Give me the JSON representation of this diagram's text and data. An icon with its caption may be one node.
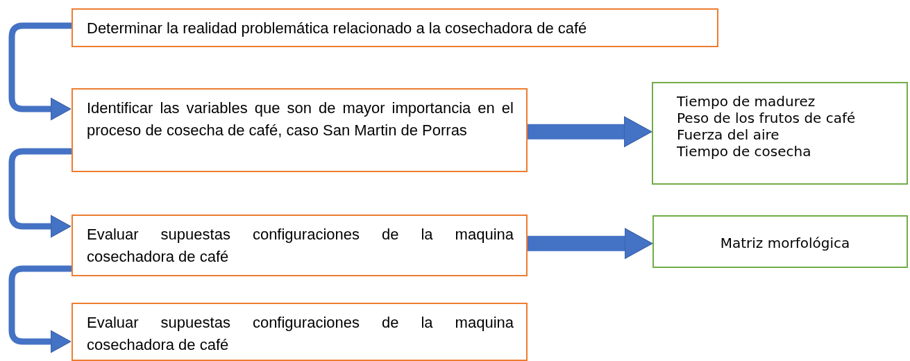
{
  "diagram": {
    "nodes": [
      {
        "text": [
          "Determinar la realidad problemática relacionado a la cosechadora de café"
        ]
      },
      {
        "text": [
          "Identificar las variables que son de mayor importancia en el proceso de cosecha de café, caso San Martin de Porras"
        ]
      },
      {
        "text": [
          "Evaluar supuestas configuraciones de la maquina cosechadora de café"
        ]
      },
      {
        "text": [
          "Evaluar supuestas configuraciones de la maquina cosechadora de café"
        ]
      },
      {
        "text": [
          "Tiempo de madurez",
          "Peso de los frutos de café",
          "Fuerza del aire",
          "Tiempo de cosecha"
        ]
      },
      {
        "text": [
          "Matriz morfológica"
        ]
      }
    ],
    "edges": [
      {
        "from": 0,
        "to": 1,
        "arrow": "to"
      },
      {
        "from": 1,
        "to": 2,
        "arrow": "to"
      },
      {
        "from": 2,
        "to": 3,
        "arrow": "to"
      },
      {
        "from": 1,
        "to": 4,
        "arrow": "to",
        "style": "thick"
      },
      {
        "from": 2,
        "to": 5,
        "arrow": "to",
        "style": "thick"
      }
    ]
  }
}
